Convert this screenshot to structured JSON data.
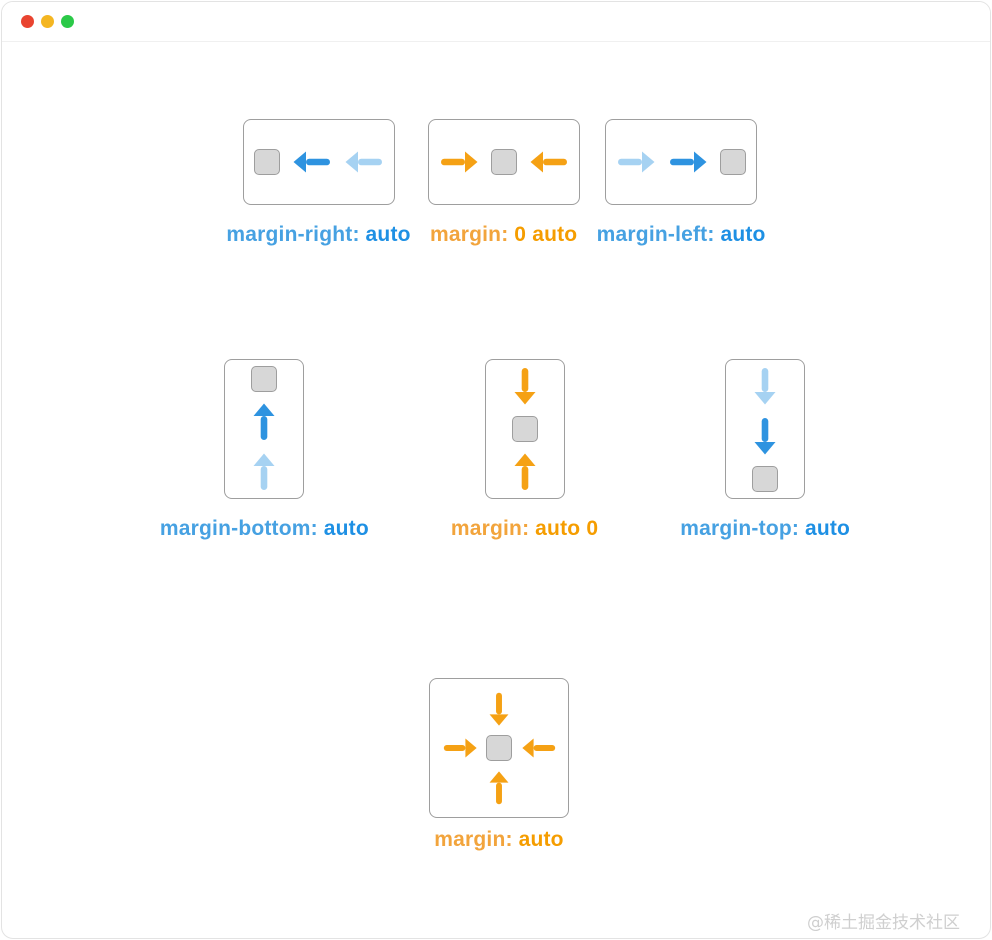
{
  "colors": {
    "blue": "#2e93e0",
    "blue-light": "#a6d2f2",
    "orange": "#f5a114",
    "orange-light": "#f8cd86",
    "label-blue": "#46a1e2",
    "label-blue-strong": "#1e90e4",
    "label-orange": "#f2a43c",
    "label-orange-strong": "#f59d00",
    "square-fill": "#d7d7d7",
    "square-border": "#9e9e9e",
    "box-border": "#9e9e9e",
    "traffic-red": "#e94430",
    "traffic-yellow": "#f4b622",
    "traffic-green": "#2bc948"
  },
  "window": {
    "traffic_lights": [
      {
        "name": "close",
        "color_key": "traffic-red"
      },
      {
        "name": "minimize",
        "color_key": "traffic-yellow"
      },
      {
        "name": "zoom",
        "color_key": "traffic-green"
      }
    ]
  },
  "diagram": {
    "rows": [
      {
        "demos": [
          {
            "id": "margin-right-auto",
            "label": {
              "property": "margin-right:",
              "value": "auto"
            },
            "palette": "blue",
            "layout": "horizontal",
            "elements": [
              {
                "type": "square"
              },
              {
                "type": "arrow",
                "dir": "left",
                "tone": "strong"
              },
              {
                "type": "arrow",
                "dir": "left",
                "tone": "light"
              }
            ]
          },
          {
            "id": "margin-0-auto",
            "label": {
              "property": "margin:",
              "value": "0 auto"
            },
            "palette": "orange",
            "layout": "horizontal",
            "elements": [
              {
                "type": "arrow",
                "dir": "right",
                "tone": "strong"
              },
              {
                "type": "square"
              },
              {
                "type": "arrow",
                "dir": "left",
                "tone": "strong"
              }
            ]
          },
          {
            "id": "margin-left-auto",
            "label": {
              "property": "margin-left:",
              "value": "auto"
            },
            "palette": "blue",
            "layout": "horizontal",
            "elements": [
              {
                "type": "arrow",
                "dir": "right",
                "tone": "light"
              },
              {
                "type": "arrow",
                "dir": "right",
                "tone": "strong"
              },
              {
                "type": "square"
              }
            ]
          }
        ]
      },
      {
        "demos": [
          {
            "id": "margin-bottom-auto",
            "label": {
              "property": "margin-bottom:",
              "value": "auto"
            },
            "palette": "blue",
            "layout": "vertical",
            "elements": [
              {
                "type": "square"
              },
              {
                "type": "arrow",
                "dir": "up",
                "tone": "strong"
              },
              {
                "type": "arrow",
                "dir": "up",
                "tone": "light"
              }
            ]
          },
          {
            "id": "margin-auto-0",
            "label": {
              "property": "margin:",
              "value": "auto 0"
            },
            "palette": "orange",
            "layout": "vertical",
            "elements": [
              {
                "type": "arrow",
                "dir": "down",
                "tone": "strong"
              },
              {
                "type": "square"
              },
              {
                "type": "arrow",
                "dir": "up",
                "tone": "strong"
              }
            ]
          },
          {
            "id": "margin-top-auto",
            "label": {
              "property": "margin-top:",
              "value": "auto"
            },
            "palette": "blue",
            "layout": "vertical",
            "elements": [
              {
                "type": "arrow",
                "dir": "down",
                "tone": "light"
              },
              {
                "type": "arrow",
                "dir": "down",
                "tone": "strong"
              },
              {
                "type": "square"
              }
            ]
          }
        ]
      },
      {
        "demos": [
          {
            "id": "margin-auto",
            "label": {
              "property": "margin:",
              "value": "auto"
            },
            "palette": "orange",
            "layout": "center",
            "elements": [
              {
                "type": "arrow",
                "dir": "down",
                "tone": "strong",
                "pos": "top"
              },
              {
                "type": "arrow",
                "dir": "right",
                "tone": "strong",
                "pos": "left"
              },
              {
                "type": "square",
                "pos": "center"
              },
              {
                "type": "arrow",
                "dir": "left",
                "tone": "strong",
                "pos": "right"
              },
              {
                "type": "arrow",
                "dir": "up",
                "tone": "strong",
                "pos": "bottom"
              }
            ]
          }
        ]
      }
    ]
  },
  "watermark": "@稀土掘金技术社区"
}
